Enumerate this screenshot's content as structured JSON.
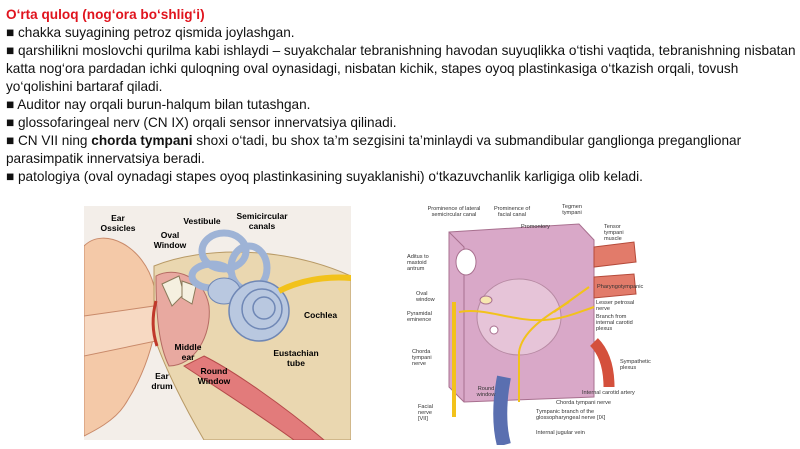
{
  "title": "O‘rta quloq (nog‘ora bo‘shlig‘i)",
  "bullets": [
    "■ chakka suyagining petroz qismida joylashgan.",
    "■ qarshilikni moslovchi qurilma kabi ishlaydi – suyakchalar tebranishning havodan suyuqlikka o‘tishi vaqtida, tebranishning nisbatan katta nog‘ora pardadan ichki quloqning oval oynasidagi, nisbatan kichik, stapes oyoq plastinkasiga o‘tkazish orqali, tovush yo‘qolishini bartaraf qiladi.",
    "■ Auditor nay orqali burun-halqum bilan tutashgan.",
    "■ glossofaringeal nerv (CN IX) orqali sensor innervatsiya qilinadi."
  ],
  "bullet5": {
    "before": "■ CN VII ning ",
    "bold": "chorda tympani",
    "after": " shoxi o‘tadi, bu shox ta’m sezgisini ta’minlaydi va submandibular ganglionga preganglionar parasimpatik innervatsiya beradi."
  },
  "bullet6": "■ patologiya (oval oynadagi stapes oyoq plastinkasining suyaklanishi) o‘tkazuvchanlik karligiga olib keladi.",
  "left_figure": {
    "labels": {
      "ear_ossicles_1": "Ear",
      "ear_ossicles_2": "Ossicles",
      "oval_window_1": "Oval",
      "oval_window_2": "Window",
      "vestibule": "Vestibule",
      "semicircular_1": "Semicircular",
      "semicircular_2": "canals",
      "cochlea": "Cochlea",
      "middle_ear_1": "Middle",
      "middle_ear_2": "ear",
      "eustachian_1": "Eustachian",
      "eustachian_2": "tube",
      "ear_drum_1": "Ear",
      "ear_drum_2": "drum",
      "round_window_1": "Round",
      "round_window_2": "Window"
    }
  },
  "right_figure": {
    "labels": {
      "prominence_lateral_1": "Prominence of lateral",
      "prominence_lateral_2": "semicircular canal",
      "prominence_facial_1": "Prominence of",
      "prominence_facial_2": "facial canal",
      "tegmen_1": "Tegmen",
      "tegmen_2": "tympani",
      "promontory": "Promontory",
      "tensor_1": "Tensor",
      "tensor_2": "tympani",
      "tensor_3": "muscle",
      "aditus_1": "Aditus to",
      "aditus_2": "mastoid",
      "aditus_3": "antrum",
      "pharyngotympanic": "Pharyngotympanic",
      "oval_1": "Oval",
      "oval_2": "window",
      "lesser_1": "Lesser petrosal",
      "lesser_2": "nerve",
      "pyramidal_1": "Pyramidal",
      "pyramidal_2": "eminence",
      "branch_1": "Branch from",
      "branch_2": "internal carotid",
      "branch_3": "plexus",
      "chorda_1": "Chorda",
      "chorda_2": "tympani",
      "chorda_3": "nerve",
      "sympathetic_1": "Sympathetic",
      "sympathetic_2": "plexus",
      "round_1": "Round",
      "round_2": "window",
      "internal_carotid": "Internal carotid artery",
      "chorda_nerve": "Chorda tympani nerve",
      "facial_1": "Facial",
      "facial_2": "nerve",
      "facial_3": "[VII]",
      "tympanic_1": "Tympanic branch of the",
      "tympanic_2": "glossopharyngeal nerve [IX]",
      "jugular": "Internal jugular vein"
    }
  },
  "colors": {
    "title": "#e0141e",
    "text": "#111111",
    "cavity": "#d9a8c8",
    "artery": "#d4503c",
    "nerve": "#f2c21b",
    "vein": "#5a6fb0",
    "cochlea": "#b9c8e0"
  }
}
